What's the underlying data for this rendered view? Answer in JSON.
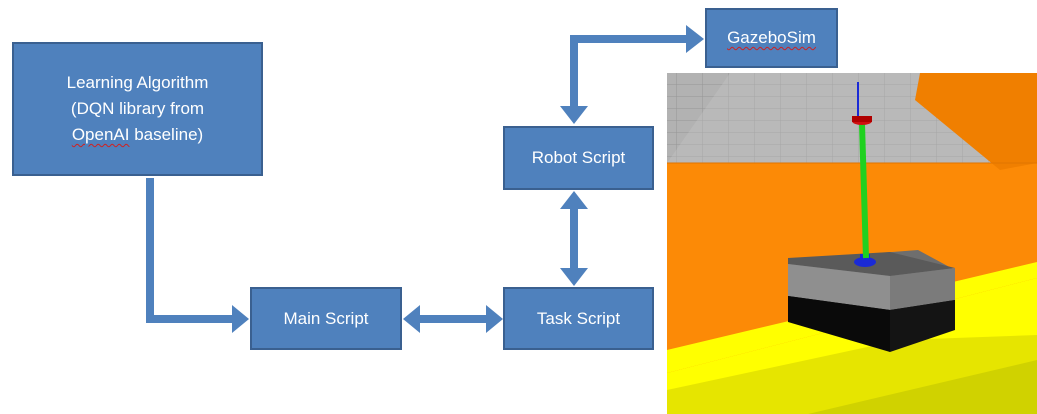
{
  "nodes": {
    "learning": {
      "line1": "Learning Algorithm",
      "line2": "(DQN library from",
      "line3_word1": "OpenAI",
      "line3_rest": " baseline)"
    },
    "main": {
      "label": "Main Script"
    },
    "task": {
      "label": "Task Script"
    },
    "robot": {
      "label": "Robot Script"
    },
    "gazebo": {
      "label": "GazeboSim"
    }
  },
  "edges": [
    {
      "from": "learning",
      "to": "main",
      "direction": "forward"
    },
    {
      "from": "main",
      "to": "task",
      "direction": "both"
    },
    {
      "from": "task",
      "to": "robot",
      "direction": "both"
    },
    {
      "from": "robot",
      "to": "gazebo",
      "direction": "both"
    }
  ],
  "colors": {
    "box_fill": "#4f81bd",
    "box_border": "#3a6090",
    "arrow": "#4f81bd",
    "text": "#ffffff",
    "sim_floor": "#fc8a06",
    "sim_lane": "#ffff00",
    "sim_sky": "#b2b2b2",
    "robot_body_top": "#8f8f8f",
    "robot_body_base": "#0a0a0a",
    "pole": "#1fd11f"
  },
  "simulation_view": {
    "scene": "gazebo-3d-viewport",
    "object": "cart-pole-robot"
  }
}
